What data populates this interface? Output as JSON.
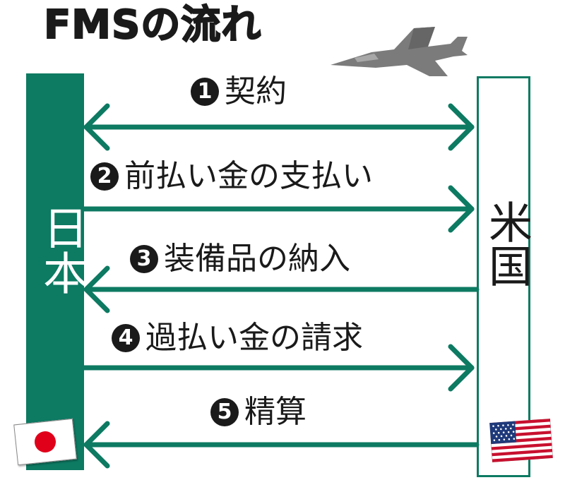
{
  "title": "FMSの流れ",
  "japan_label": "日本",
  "us_label": "米国",
  "steps": [
    {
      "num": "1",
      "label": "契約",
      "direction": "both"
    },
    {
      "num": "2",
      "label": "前払い金の支払い",
      "direction": "to-us"
    },
    {
      "num": "3",
      "label": "装備品の納入",
      "direction": "to-japan"
    },
    {
      "num": "4",
      "label": "過払い金の請求",
      "direction": "to-us"
    },
    {
      "num": "5",
      "label": "精算",
      "direction": "to-japan"
    }
  ],
  "colors": {
    "accent": "#0d7a62",
    "text": "#1a1a1a",
    "jet": "#7b7b7b"
  },
  "icons": {
    "jet": "fighter-jet-icon",
    "japan_flag": "japan-flag-icon",
    "us_flag": "us-flag-icon"
  }
}
